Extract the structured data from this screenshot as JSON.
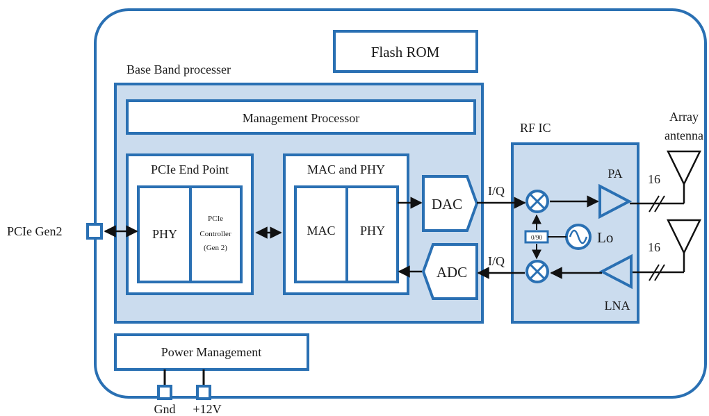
{
  "colors": {
    "border": "#2a70b3",
    "panel_fill": "#cbdcee",
    "block_fill": "#ffffff",
    "line": "#111111"
  },
  "labels": {
    "flash_rom": "Flash ROM",
    "base_band": "Base Band processer",
    "management_processor": "Management Processor",
    "pcie_end_point": "PCIe End Point",
    "phy": "PHY",
    "pcie_controller_1": "PCIe",
    "pcie_controller_2": "Controller",
    "pcie_controller_3": "(Gen 2)",
    "mac_and_phy": "MAC and PHY",
    "mac": "MAC",
    "phy2": "PHY",
    "dac": "DAC",
    "adc": "ADC",
    "iq_top": "I/Q",
    "iq_bottom": "I/Q",
    "rf_ic": "RF IC",
    "phase": "0/90",
    "lo": "Lo",
    "pa": "PA",
    "lna": "LNA",
    "array_1": "Array",
    "array_2": "antenna",
    "count_top": "16",
    "count_bottom": "16",
    "pcie_gen2": "PCIe Gen2",
    "power_management": "Power Management",
    "gnd": "Gnd",
    "v12": "+12V"
  }
}
